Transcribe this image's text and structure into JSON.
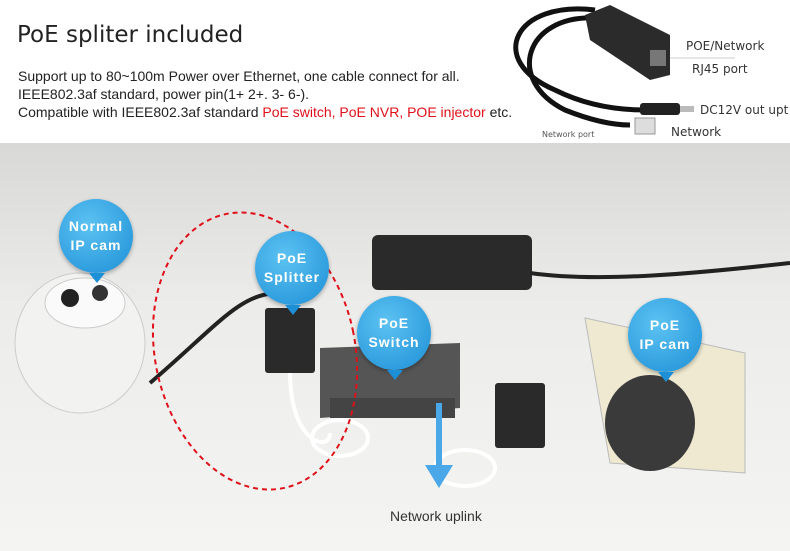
{
  "header": {
    "title": "PoE spliter included",
    "lines": [
      "Support up to 80~100m Power over Ethernet, one cable connect for all.",
      "IEEE802.3af standard, power pin(1+ 2+. 3- 6-)."
    ],
    "compat_prefix": "Compatible with IEEE802.3af standard ",
    "compat_highlight": "PoE switch, PoE NVR, POE injector",
    "compat_suffix": " etc."
  },
  "product_labels": {
    "poe_network": "POE/Network",
    "rj45": "RJ45 port",
    "dc12v": "DC12V out upt",
    "network": "Network",
    "network_port": "Network port"
  },
  "bubbles": {
    "normal_cam": [
      "Normal",
      "IP cam"
    ],
    "splitter": [
      "PoE",
      "Splitter"
    ],
    "switch": [
      "PoE",
      "Switch"
    ],
    "poe_cam": [
      "PoE",
      "IP cam"
    ]
  },
  "uplink": "Network uplink",
  "colors": {
    "accent_red": "#e0101a",
    "bubble_blue": "#1d8fd6"
  }
}
